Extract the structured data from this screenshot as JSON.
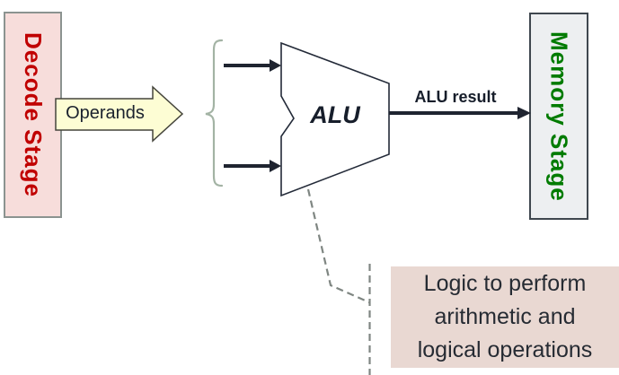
{
  "diagram": {
    "decode_stage": {
      "label": "Decode Stage",
      "text_color": "#c00000",
      "fill": "#f7dddb",
      "border_color": "#8b9390"
    },
    "operands_arrow": {
      "label": "Operands",
      "fill": "#fdfdd4",
      "outline_color": "#45453c",
      "text_color": "#1a212e"
    },
    "inputs_brace": {
      "icon": "left-curly-brace",
      "color": "#a3b3a4",
      "grouped_inputs_count": 2
    },
    "alu": {
      "label": "ALU",
      "fill": "#ffffff",
      "outline_color": "#232a38",
      "text_color": "#171e2b"
    },
    "alu_result": {
      "label": "ALU result",
      "text_color": "#171e2b"
    },
    "memory_stage": {
      "label": "Memory Stage",
      "text_color": "#007b00",
      "fill": "#edeff1",
      "border_color": "#3f474f"
    },
    "logic_note": {
      "lines": [
        "Logic to perform",
        "arithmetic and",
        "logical operations"
      ],
      "fill": "#e9d8d2",
      "text_color": "#262b33"
    },
    "connector": {
      "style": "dashed",
      "color": "#7f8682"
    },
    "arrow_color": "#1f2430"
  }
}
